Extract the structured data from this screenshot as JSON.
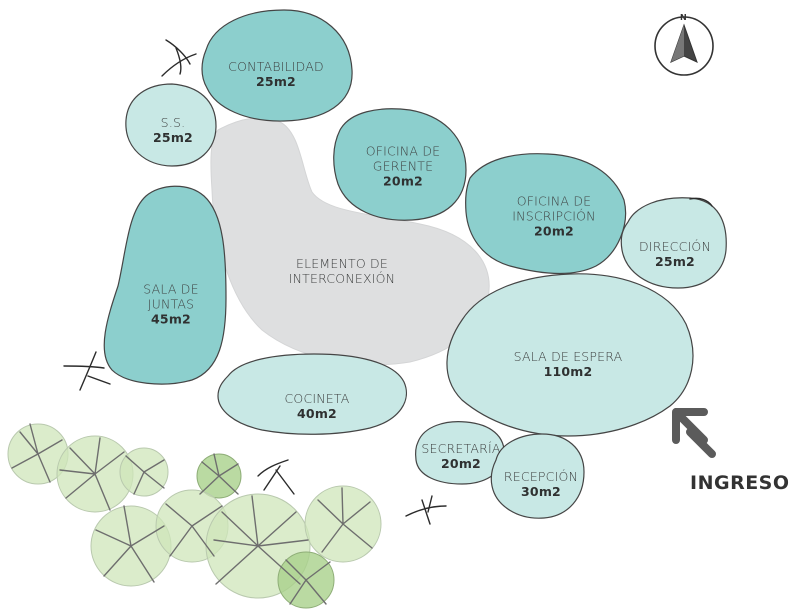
{
  "colors": {
    "dark_teal": "#8ccfcd",
    "light_teal": "#c8e8e5",
    "hall_gray": "#dedfe0",
    "outline": "#454545",
    "tree_light": "#cfe6ba",
    "tree_dark": "#a9d18b"
  },
  "spaces": {
    "contabilidad": {
      "name": "CONTABILIDAD",
      "area": "25m2"
    },
    "ss": {
      "name": "S.S.",
      "area": "25m2"
    },
    "gerente": {
      "name_1": "OFICINA DE",
      "name_2": "GERENTE",
      "area": "20m2"
    },
    "inscripcion": {
      "name_1": "OFICINA DE",
      "name_2": "INSCRIPCIÓN",
      "area": "20m2"
    },
    "direccion": {
      "name": "DIRECCIÓN",
      "area": "25m2"
    },
    "juntas": {
      "name_1": "SALA DE",
      "name_2": "JUNTAS",
      "area": "45m2"
    },
    "interconexion": {
      "name_1": "ELEMENTO DE",
      "name_2": "INTERCONEXIÓN"
    },
    "espera": {
      "name": "SALA DE ESPERA",
      "area": "110m2"
    },
    "cocineta": {
      "name": "COCINETA",
      "area": "40m2"
    },
    "secretaria": {
      "name": "SECRETARÍA",
      "area": "20m2"
    },
    "recepcion": {
      "name": "RECEPCIÓN",
      "area": "30m2"
    }
  },
  "entrance": {
    "label": "INGRESO"
  },
  "north": {
    "letter": "N",
    "icon": "north-arrow-icon"
  }
}
